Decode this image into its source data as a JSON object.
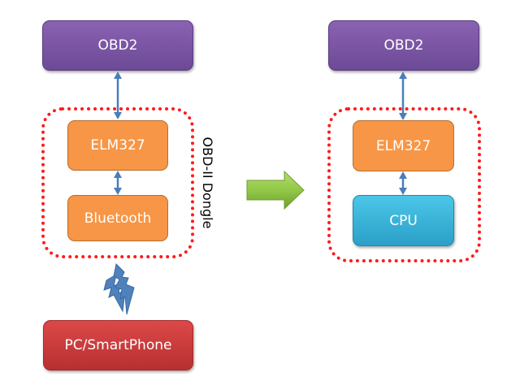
{
  "left": {
    "obd2": "OBD2",
    "elm327": "ELM327",
    "bluetooth": "Bluetooth",
    "group_label": "OBD-II Dongle",
    "pc": "PC/SmartPhone"
  },
  "right": {
    "obd2": "OBD2",
    "elm327": "ELM327",
    "cpu": "CPU"
  },
  "colors": {
    "obd2": "#7b56a4",
    "elm327": "#f79646",
    "bluetooth": "#f79646",
    "pc": "#c83a3a",
    "cpu": "#37b2dc",
    "group_border": "#ff1a1a",
    "connector": "#4a7ebb",
    "transition_arrow": "#8cc43c"
  }
}
